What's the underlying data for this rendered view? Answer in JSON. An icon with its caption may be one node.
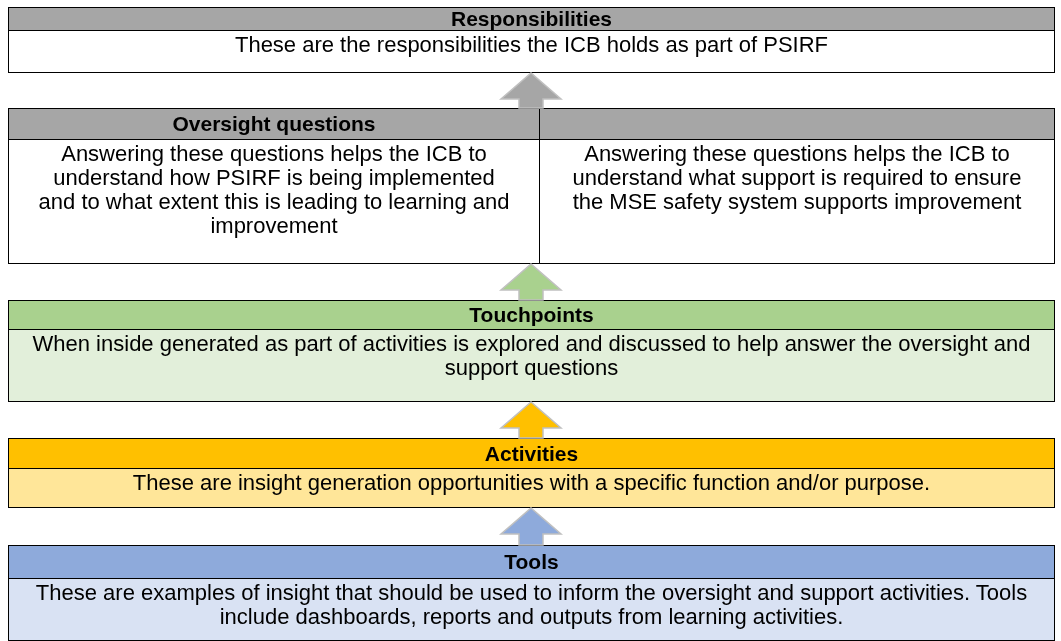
{
  "diagram": {
    "nodes": [
      {
        "text": [
          "Responsibilities",
          "These are the responsibilities the ICB holds as part of PSIRF"
        ]
      },
      {
        "text": [],
        "shape": "box"
      },
      {
        "text": [
          "Oversight questions",
          "Answering these questions helps the ICB to understand how PSIRF is being implemented and to what extent this is leading to learning and improvement"
        ],
        "in": 1
      },
      {
        "text": [
          "Answering these questions helps the ICB to understand what support is required to ensure the MSE safety system supports improvement"
        ],
        "in": 1
      },
      {
        "text": [
          "Touchpoints",
          "When inside generated as part of activities is explored and discussed to help answer the oversight and support questions"
        ]
      },
      {
        "text": [
          "Activities",
          "These are insight generation opportunities with a specific function and/or purpose."
        ]
      },
      {
        "text": [
          "Tools",
          "These are examples of insight that should be used to inform the oversight and support activities. Tools include dashboards, reports and outputs from learning activities."
        ]
      }
    ],
    "edges": [
      {
        "from": 6,
        "to": 5,
        "arrow": "to",
        "style": "thick",
        "color": "#8eaadb"
      },
      {
        "from": 5,
        "to": 4,
        "arrow": "to",
        "style": "thick",
        "color": "#ffc000"
      },
      {
        "from": 4,
        "to": 1,
        "arrow": "to",
        "style": "thick",
        "color": "#a9d18e"
      },
      {
        "from": 1,
        "to": 0,
        "arrow": "to",
        "style": "thick",
        "color": "#a6a6a6"
      }
    ]
  }
}
